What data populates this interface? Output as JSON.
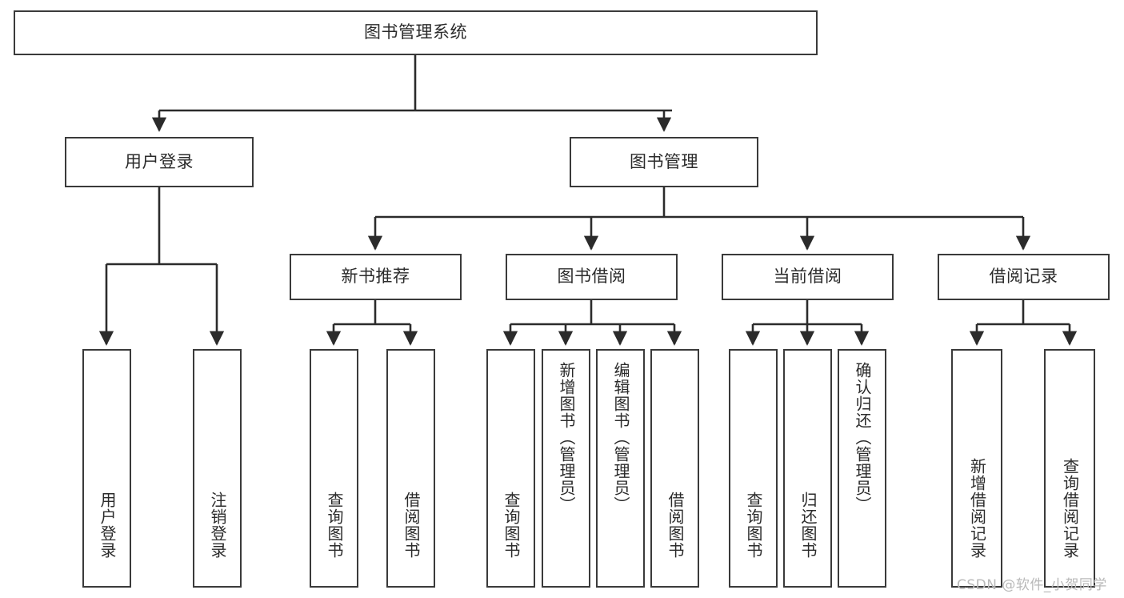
{
  "diagram": {
    "type": "tree",
    "title": "图书管理系统",
    "orientation": "top-down",
    "colors": {
      "box_border": "#3a3a3a",
      "box_fill": "#ffffff",
      "connector": "#2b2b2b",
      "text": "#2b2b2b",
      "watermark": "#b9b9b9",
      "background": "#ffffff"
    },
    "root": {
      "label": "图书管理系统"
    },
    "level1": [
      {
        "label": "用户登录"
      },
      {
        "label": "图书管理"
      }
    ],
    "level2": [
      {
        "label": "新书推荐"
      },
      {
        "label": "图书借阅"
      },
      {
        "label": "当前借阅"
      },
      {
        "label": "借阅记录"
      }
    ],
    "leaves": {
      "user_login": [
        {
          "label": "用户登录"
        },
        {
          "label": "注销登录"
        }
      ],
      "new_book_recommend": [
        {
          "label": "查询图书"
        },
        {
          "label": "借阅图书"
        }
      ],
      "book_borrow": [
        {
          "label": "查询图书"
        },
        {
          "label": "新增图书（管理员）"
        },
        {
          "label": "编辑图书（管理员）"
        },
        {
          "label": "借阅图书"
        }
      ],
      "current_borrow": [
        {
          "label": "查询图书"
        },
        {
          "label": "归还图书"
        },
        {
          "label": "确认归还（管理员）"
        }
      ],
      "borrow_record": [
        {
          "label": "新增借阅记录"
        },
        {
          "label": "查询借阅记录"
        }
      ]
    }
  },
  "watermark": {
    "text": "CSDN @软件_小贺同学"
  }
}
